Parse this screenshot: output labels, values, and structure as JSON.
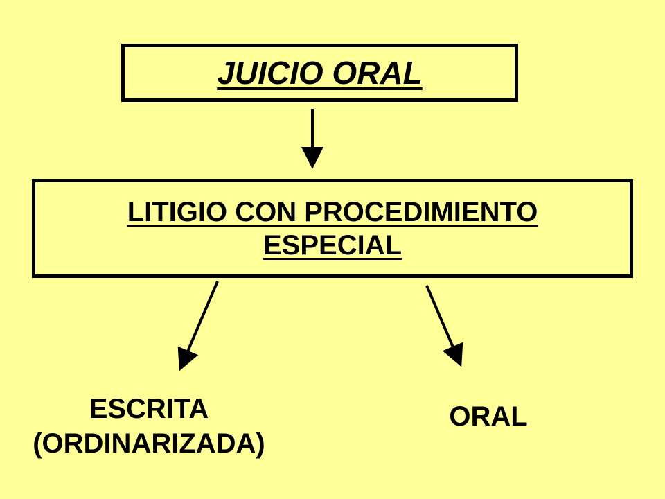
{
  "diagram": {
    "root": {
      "label": "JUICIO ORAL"
    },
    "middle": {
      "label_line1": "LITIGIO CON PROCEDIMIENTO",
      "label_line2": "ESPECIAL"
    },
    "left_leaf": {
      "label_line1": "ESCRITA",
      "label_line2": "(ORDINARIZADA)"
    },
    "right_leaf": {
      "label": "ORAL"
    }
  },
  "colors": {
    "background": "#FFFF99",
    "stroke": "#000000"
  }
}
